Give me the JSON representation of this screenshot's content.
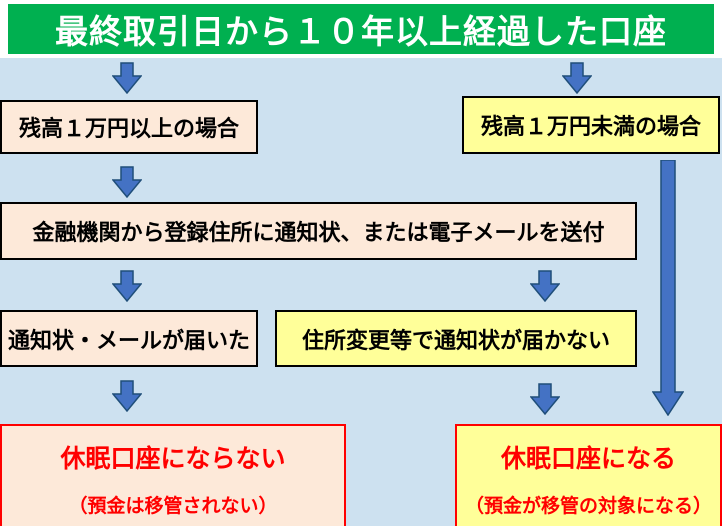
{
  "title": "最終取引日から１０年以上経過した口座",
  "flow": {
    "balance_over": "残高１万円以上の場合",
    "balance_under": "残高１万円未満の場合",
    "notice_sent": "金融機関から登録住所に通知状、または電子メールを送付",
    "notice_received": "通知状・メールが届いた",
    "notice_not_received": "住所変更等で通知状が届かない",
    "not_dormant_title": "休眠口座にならない",
    "not_dormant_sub": "（預金は移管されない）",
    "dormant_title": "休眠口座になる",
    "dormant_sub": "（預金が移管の対象になる）"
  },
  "icons": {
    "down_arrow": "down-arrow-icon",
    "long_down_arrow": "long-down-arrow-icon"
  },
  "colors": {
    "title_bg": "#00B050",
    "title_text": "#FFFFFF",
    "background": "#CDE1F0",
    "peach_box": "#FDE9D9",
    "yellow_box": "#FFFF99",
    "arrow_fill": "#4472C4",
    "arrow_stroke": "#1F4E79",
    "box_border": "#000000",
    "result_border": "#FF0000",
    "result_text": "#FF0000"
  }
}
